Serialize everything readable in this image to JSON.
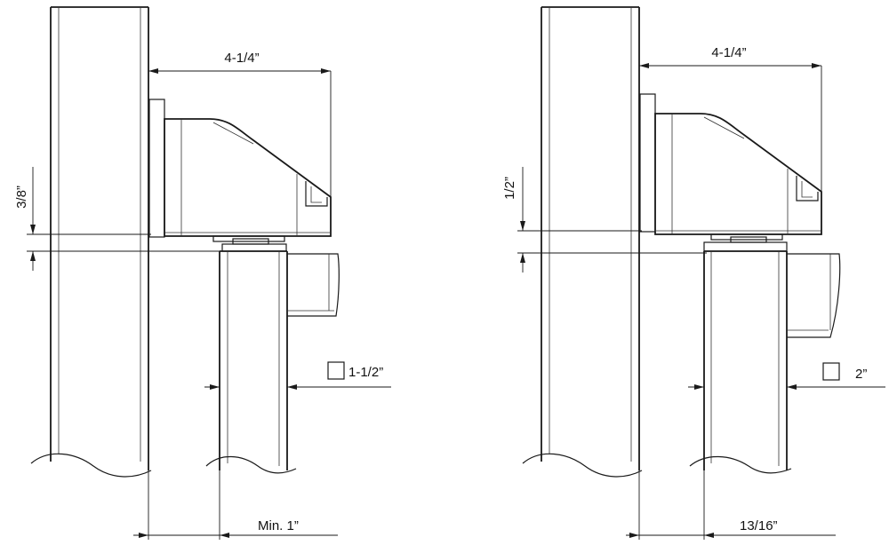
{
  "left_diagram": {
    "width_label": "4-1/4”",
    "gap_label": "3/8”",
    "tube_label": "1-1/2”",
    "offset_label": "Min. 1”"
  },
  "right_diagram": {
    "width_label": "4-1/4”",
    "gap_label": "1/2”",
    "tube_label": "2”",
    "offset_label": "13/16”"
  },
  "colors": {
    "line": "#1a1a1a",
    "background": "#ffffff"
  },
  "icons": [
    "square-tube-icon"
  ]
}
